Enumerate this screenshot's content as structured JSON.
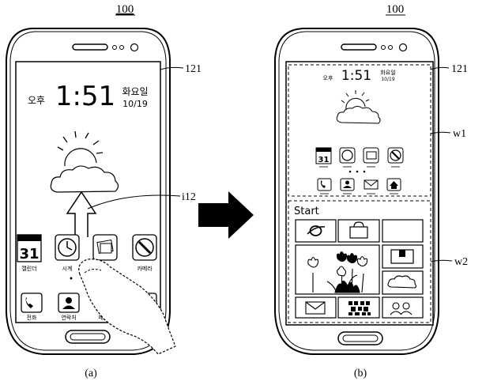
{
  "figure": {
    "ref_left": "100",
    "ref_right": "100",
    "caption_a": "(a)",
    "caption_b": "(b)"
  },
  "labels": {
    "screen": "121",
    "gesture": "i12",
    "window1": "w1",
    "window2": "w2"
  },
  "phone_a": {
    "ampm": "오후",
    "time": "1:51",
    "weekday": "화요일",
    "date": "10/19",
    "apps_row1": [
      {
        "icon": "calendar-icon",
        "label": "캘린더",
        "badge": "31"
      },
      {
        "icon": "clock-icon",
        "label": "시계"
      },
      {
        "icon": "gallery-icon",
        "label": ""
      },
      {
        "icon": "camera-icon",
        "label": "카메라"
      }
    ],
    "apps_row2": [
      {
        "icon": "phone-icon",
        "label": "전화"
      },
      {
        "icon": "contacts-icon",
        "label": "연락처"
      },
      {
        "icon": "message-icon",
        "label": "메시지"
      },
      {
        "icon": "home-icon",
        "label": ""
      }
    ]
  },
  "phone_b": {
    "ampm": "오후",
    "time": "1:51",
    "weekday": "화요일",
    "date": "10/19",
    "calendar_badge": "31",
    "start_label": "Start"
  }
}
